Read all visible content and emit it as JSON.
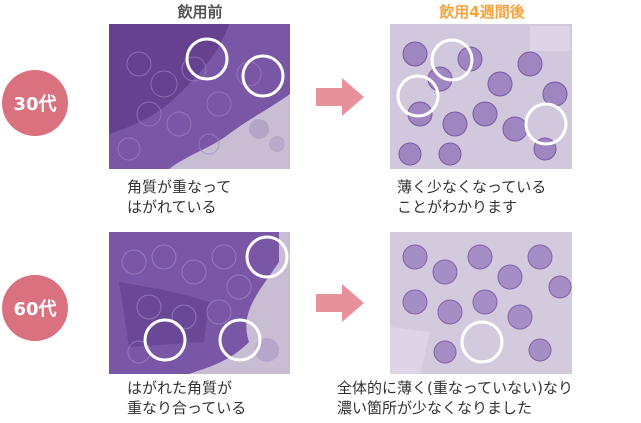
{
  "headers": {
    "before": "飲用前",
    "after": "飲用4週間後"
  },
  "colors": {
    "badge": "#d9717f",
    "after_header": "#f3a53c",
    "arrow": "#e7919c",
    "cell": "#7b5aa7",
    "circle": "#ffffff"
  },
  "rows": [
    {
      "age": "30代",
      "before_caption": [
        "角質が重なって",
        "はがれている"
      ],
      "after_caption": [
        "薄く少なくなっている",
        "ことがわかります"
      ]
    },
    {
      "age": "60代",
      "before_caption": [
        "はがれた角質が",
        "重なり合っている"
      ],
      "after_caption": [
        "全体的に薄く(重なっていない)なり",
        "濃い箇所が少なくなりました"
      ]
    }
  ]
}
